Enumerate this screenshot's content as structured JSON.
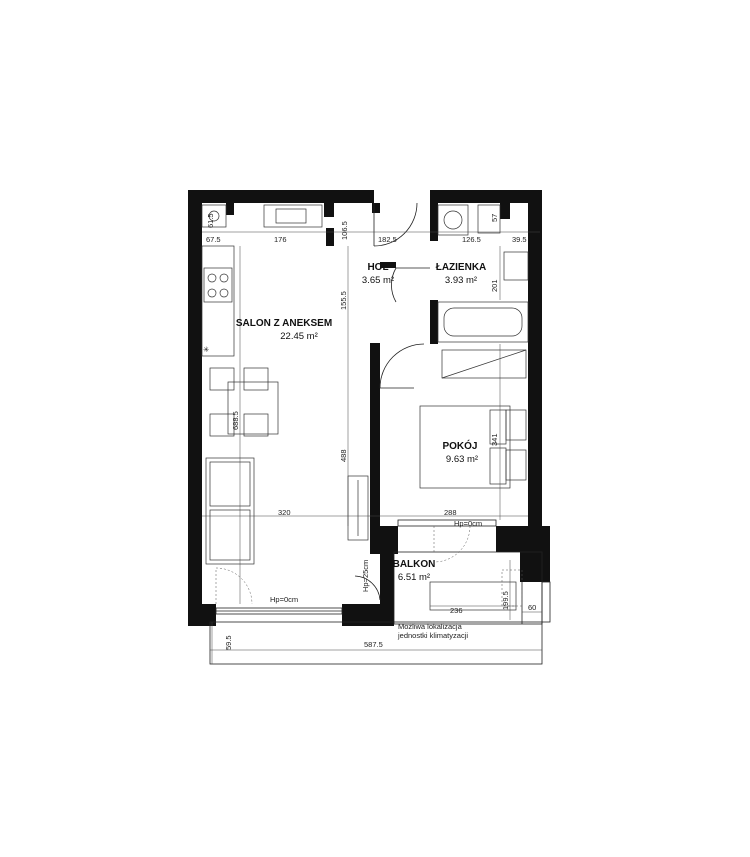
{
  "rooms": {
    "salon": {
      "name": "SALON Z ANEKSEM",
      "area": "22.45 m²"
    },
    "hol": {
      "name": "HOL",
      "area": "3.65 m²"
    },
    "lazienka": {
      "name": "ŁAZIENKA",
      "area": "3.93 m²"
    },
    "pokoj": {
      "name": "POKÓJ",
      "area": "9.63 m²"
    },
    "balkon": {
      "name": "BALKON",
      "area": "6.51 m²"
    }
  },
  "dimensions": {
    "d615v": "61.5",
    "d675": "67.5",
    "d176": "176",
    "d1065": "106.5",
    "d1825": "182.5",
    "d1265": "126.5",
    "d395": "39.5",
    "d57": "57",
    "d1555": "155.5",
    "d201": "201",
    "d6885": "688.5",
    "d488": "488",
    "d341": "341",
    "d320": "320",
    "d288": "288",
    "d236": "236",
    "d1995": "199.5",
    "d60": "60",
    "d595": "59.5",
    "d5875": "587.5"
  },
  "levels": {
    "hp_salon": "Hp=0cm",
    "hp_pokoj": "Hp=0cm",
    "hp_balkon": "Hp=25cm"
  },
  "note": {
    "line1": "Możliwa lokalizacja",
    "line2": "jednostki klimatyzacji"
  }
}
